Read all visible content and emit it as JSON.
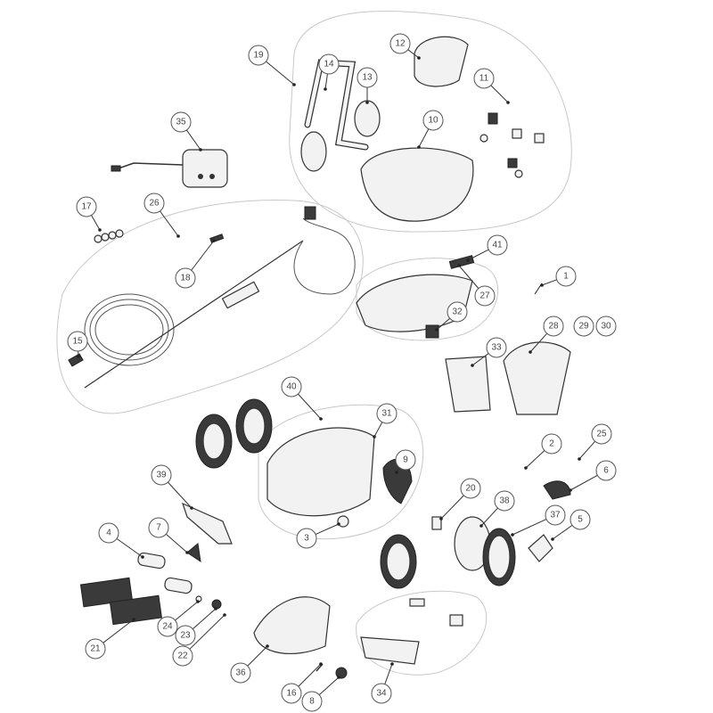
{
  "diagram": {
    "type": "exploded-parts-diagram",
    "callouts": [
      "1",
      "2",
      "3",
      "4",
      "5",
      "6",
      "7",
      "8",
      "9",
      "10",
      "11",
      "12",
      "13",
      "14",
      "15",
      "16",
      "17",
      "18",
      "19",
      "20",
      "21",
      "22",
      "23",
      "24",
      "25",
      "26",
      "27",
      "28",
      "29",
      "30",
      "31",
      "32",
      "33",
      "34",
      "35",
      "36",
      "37",
      "38",
      "39",
      "40",
      "41"
    ],
    "colors": {
      "line": "#333333",
      "group_outline": "#c8c8c8",
      "callout_stroke": "#555555"
    }
  }
}
